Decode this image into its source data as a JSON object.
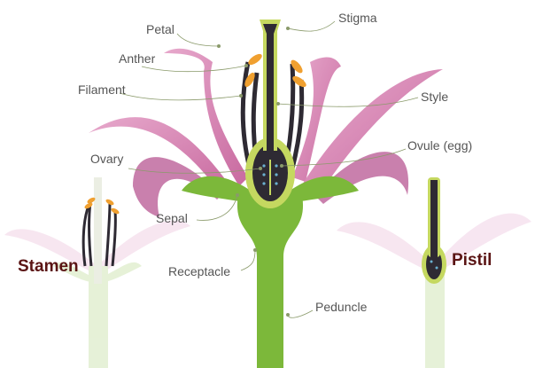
{
  "labels": {
    "petal": "Petal",
    "anther": "Anther",
    "filament": "Filament",
    "ovary": "Ovary",
    "sepal": "Sepal",
    "receptacle": "Receptacle",
    "stigma": "Stigma",
    "style": "Style",
    "ovule": "Ovule (egg)",
    "peduncle": "Peduncle"
  },
  "titles": {
    "stamen": "Stamen",
    "pistil": "Pistil"
  },
  "colors": {
    "petal": "#d98bb8",
    "stem": "#7cb83a",
    "pistil_outline": "#c5d860",
    "dark": "#2e2a33",
    "anther": "#f0a030",
    "title": "#5a1414",
    "leader": "#8a9a6a"
  }
}
